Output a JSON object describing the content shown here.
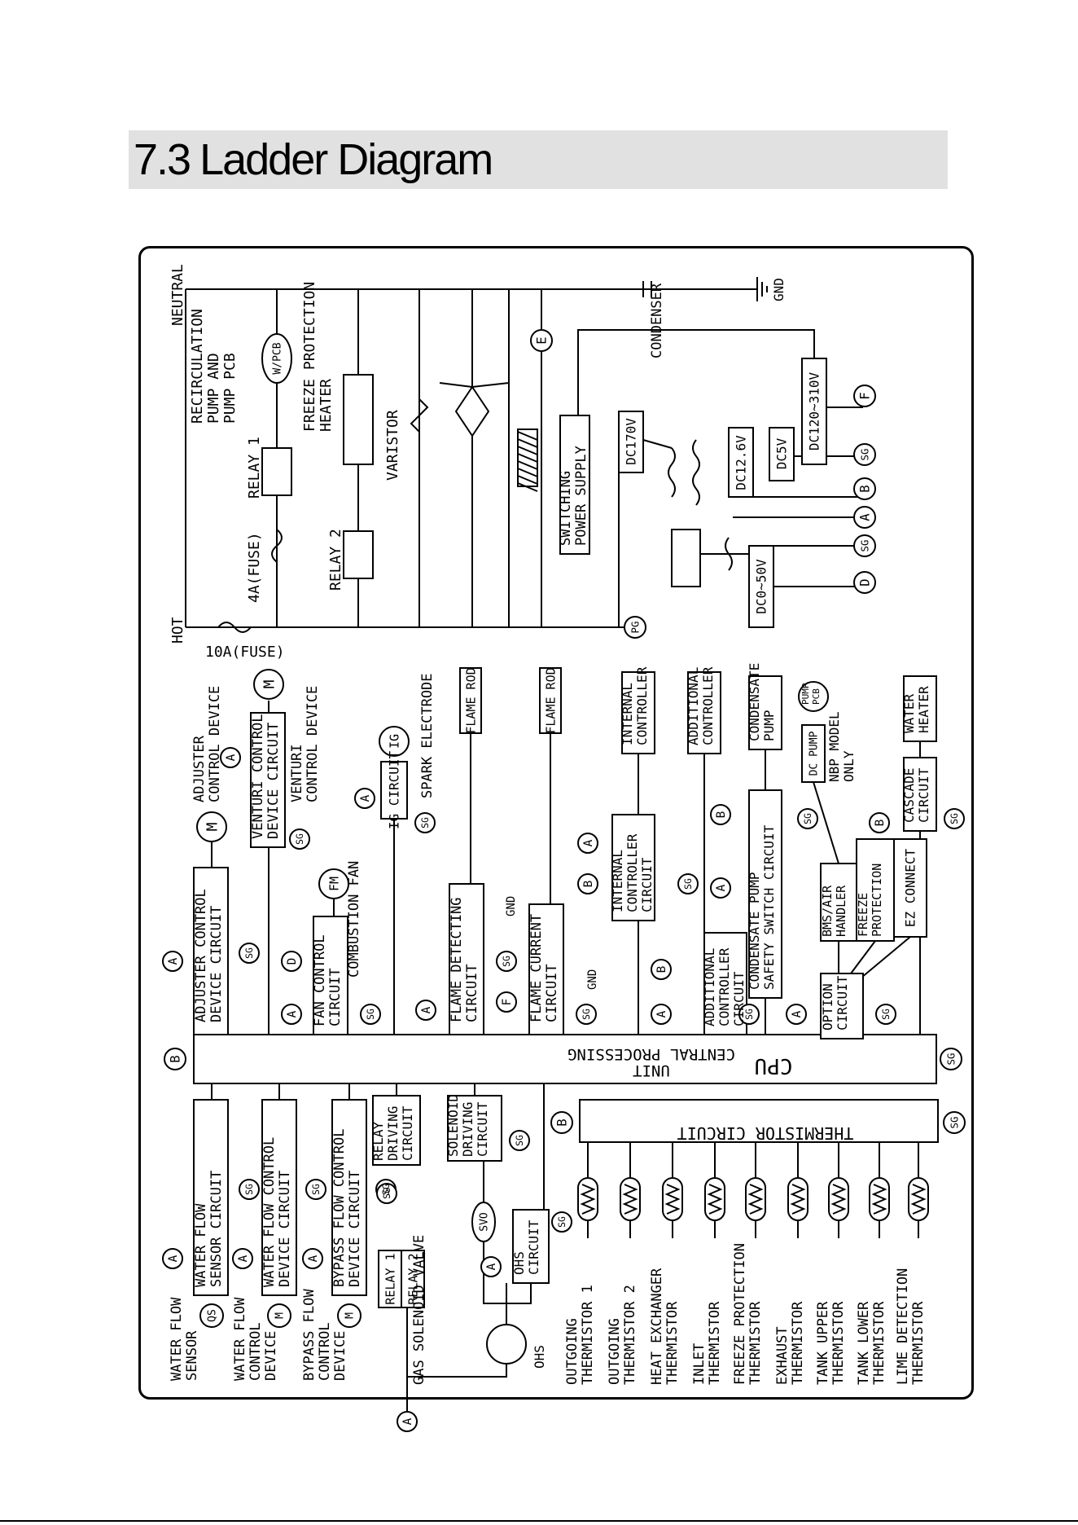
{
  "section": {
    "number": "7.3",
    "title": "Ladder Diagram"
  },
  "power": {
    "neutral": "NEUTRAL",
    "hot": "HOT",
    "fuse_main": "10A(FUSE)",
    "fuse_relay": "4A(FUSE)",
    "relay1": "RELAY 1",
    "relay2": "RELAY 2",
    "recirc": [
      "RECIRCULATION",
      "PUMP AND",
      "PUMP PCB"
    ],
    "wpcb": "W/PCB",
    "freeze_heater": [
      "FREEZE PROTECTION",
      "HEATER"
    ],
    "varistor": "VARISTOR",
    "condenser": "CONDENSER",
    "gnd": "GND",
    "switching": [
      "SWITCHING",
      "POWER SUPPLY"
    ],
    "dc170": "DC170V",
    "dc126": "DC12.6V",
    "dc5": "DC5V",
    "dc120": "DC120~310V",
    "dc050": "DC0~50V",
    "pg": "PG",
    "terminals": [
      "E",
      "F",
      "SG",
      "B",
      "A",
      "SG",
      "D"
    ]
  },
  "cpu": {
    "line1": "CENTRAL PROCESSING",
    "line2": "UNIT",
    "line3": "CPU"
  },
  "thermistor_bar": "THERMISTOR CIRCUIT",
  "upper": {
    "adjuster_circuit": [
      "ADJUSTER CONTROL",
      "DEVICE CIRCUIT"
    ],
    "adjuster_device": [
      "ADJUSTER",
      "CONTROL DEVICE"
    ],
    "venturi_circuit": [
      "VENTURI CONTROL",
      "DEVICE CIRCUIT"
    ],
    "venturi_device": [
      "VENTURI",
      "CONTROL DEVICE"
    ],
    "fan_circuit": [
      "FAN CONTROL",
      "CIRCUIT"
    ],
    "combustion_fan": "COMBUSTION FAN",
    "ig_circuit": "IG CIRCUIT",
    "spark": "SPARK ELECTRODE",
    "flame_detecting": [
      "FLAME DETECTING",
      "CIRCUIT"
    ],
    "flame_current": [
      "FLAME CURRENT",
      "CIRCUIT"
    ],
    "flame_rod": "FLAME ROD",
    "internal_ctrl_circuit": [
      "INTERNAL",
      "CONTROLLER",
      "CIRCUIT"
    ],
    "internal_ctrl": [
      "INTERNAL",
      "CONTROLLER"
    ],
    "additional_ctrl_circuit": [
      "ADDITIONAL",
      "CONTROLLER",
      "CIRCUIT"
    ],
    "additional_ctrl": [
      "ADDITIONAL",
      "CONTROLLER"
    ],
    "condensate_circuit": [
      "CONDENSATE PUMP",
      "SAFETY SWITCH CIRCUIT"
    ],
    "condensate_pump": [
      "CONDENSATE",
      "PUMP"
    ],
    "option_circuit": [
      "OPTION",
      "CIRCUIT"
    ],
    "bms": [
      "BMS/AIR",
      "HANDLER"
    ],
    "freeze_prot": [
      "FREEZE",
      "PROTECTION"
    ],
    "ez": "EZ CONNECT",
    "dc_pump": "DC PUMP",
    "pump_pcb": [
      "PUMP",
      "PCB"
    ],
    "nbp": [
      "NBP MODEL",
      "ONLY"
    ],
    "cascade": [
      "CASCADE",
      "CIRCUIT"
    ],
    "water_heater": [
      "WATER",
      "HEATER"
    ],
    "gnd": "GND",
    "M": "M",
    "FM": "FM",
    "IG": "IG"
  },
  "lower": {
    "water_flow_sensor": [
      "WATER FLOW",
      "SENSOR"
    ],
    "wf_circuit": [
      "WATER FLOW",
      "SENSOR CIRCUIT"
    ],
    "wfc_device": [
      "WATER FLOW",
      "CONTROL",
      "DEVICE"
    ],
    "wfc_circuit": [
      "WATER FLOW CONTROL",
      "DEVICE CIRCUIT"
    ],
    "bypass_device": [
      "BYPASS FLOW",
      "CONTROL",
      "DEVICE"
    ],
    "bypass_circuit": [
      "BYPASS FLOW CONTROL",
      "DEVICE CIRCUIT"
    ],
    "relay_driving": [
      "RELAY",
      "DRIVING",
      "CIRCUIT"
    ],
    "solenoid_driving": [
      "SOLENOID",
      "DRIVING",
      "CIRCUIT"
    ],
    "relay1": "RELAY 1",
    "relay2": "RELAY 2",
    "gas_valve": "GAS SOLENOID VALVE",
    "svo": "SVO",
    "ohs_circuit": [
      "OHS",
      "CIRCUIT"
    ],
    "ohs": "OHS",
    "QS": "QS",
    "thermistors": [
      [
        "OUTGOING",
        "THERMISTOR 1"
      ],
      [
        "OUTGOING",
        "THERMISTOR 2"
      ],
      [
        "HEAT EXCHANGER",
        "THERMISTOR"
      ],
      [
        "INLET",
        "THERMISTOR"
      ],
      [
        "FREEZE PROTECTION",
        "THERMISTOR"
      ],
      [
        "EXHAUST",
        "THERMISTOR"
      ],
      [
        "TANK UPPER",
        "THERMISTOR"
      ],
      [
        "TANK LOWER",
        "THERMISTOR"
      ],
      [
        "LIME DETECTION",
        "THERMISTOR"
      ]
    ]
  },
  "labels": {
    "A": "A",
    "B": "B",
    "D": "D",
    "F": "F",
    "SG": "SG"
  }
}
